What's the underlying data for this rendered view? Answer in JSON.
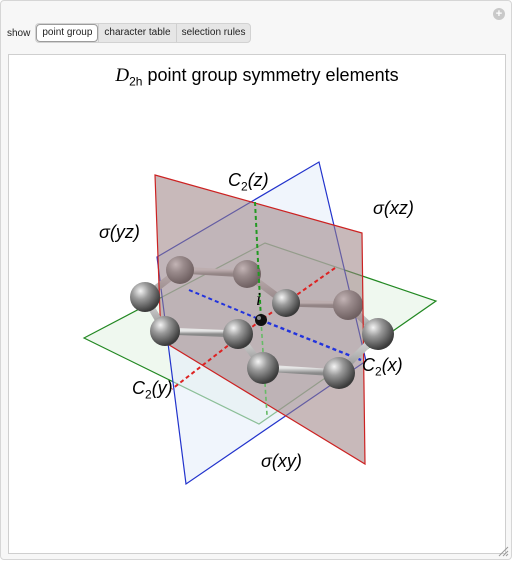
{
  "controls": {
    "show_label": "show",
    "tabs": [
      "point group",
      "character table",
      "selection rules"
    ],
    "active_tab": 0
  },
  "plot": {
    "title_symbol": "D",
    "title_subscript": "2h",
    "title_rest": " point group symmetry elements",
    "labels": {
      "c2z_sub": "2",
      "c2z_axis": "(z)",
      "sigma_xz": "σ(xz)",
      "sigma_yz": "σ(yz)",
      "inversion": "i",
      "c2x_sub": "2",
      "c2x_axis": "(x)",
      "c2y_sub": "2",
      "c2y_axis": "(y)",
      "sigma_xy": "σ(xy)"
    },
    "colors": {
      "plane_xz_edge": "#cc2222",
      "plane_yz_edge": "#2233cc",
      "plane_xy_edge": "#228822",
      "axis_z": "#229922",
      "axis_x": "#2233dd",
      "axis_y": "#dd2222"
    }
  }
}
